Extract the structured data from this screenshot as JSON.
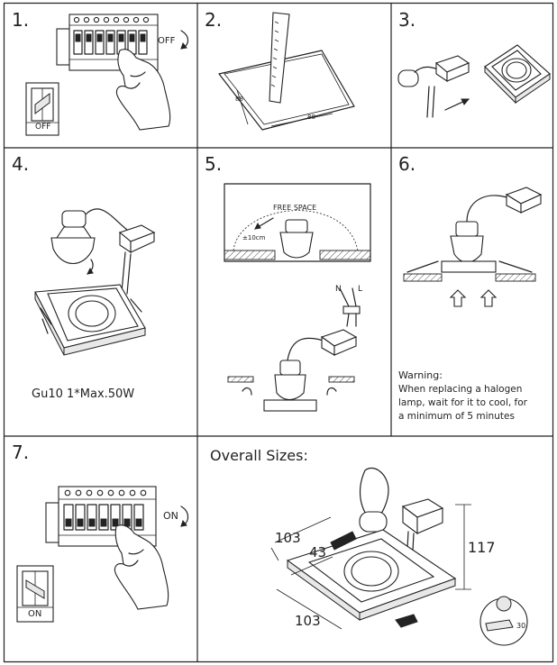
{
  "steps": [
    {
      "number": "1.",
      "switch_label": "OFF",
      "arrow_label": "OFF"
    },
    {
      "number": "2.",
      "dim_a": "88",
      "dim_b": "88"
    },
    {
      "number": "3."
    },
    {
      "number": "4.",
      "caption": "Gu10  1*Max.50W"
    },
    {
      "number": "5.",
      "free_space": "FREE SPACE",
      "clearance": "±10cm",
      "n_label": "N",
      "l_label": "L"
    },
    {
      "number": "6.",
      "warning_title": "Warning:",
      "warning_lines": [
        "When replacing a halogen",
        "lamp, wait for it to cool, for",
        "a minimum of 5 minutes"
      ]
    },
    {
      "number": "7.",
      "switch_label": "ON",
      "arrow_label": "ON"
    }
  ],
  "overall": {
    "title": "Overall Sizes:",
    "width": "103",
    "inner": "43",
    "height": "117",
    "depth": "103",
    "tilt": "30"
  }
}
